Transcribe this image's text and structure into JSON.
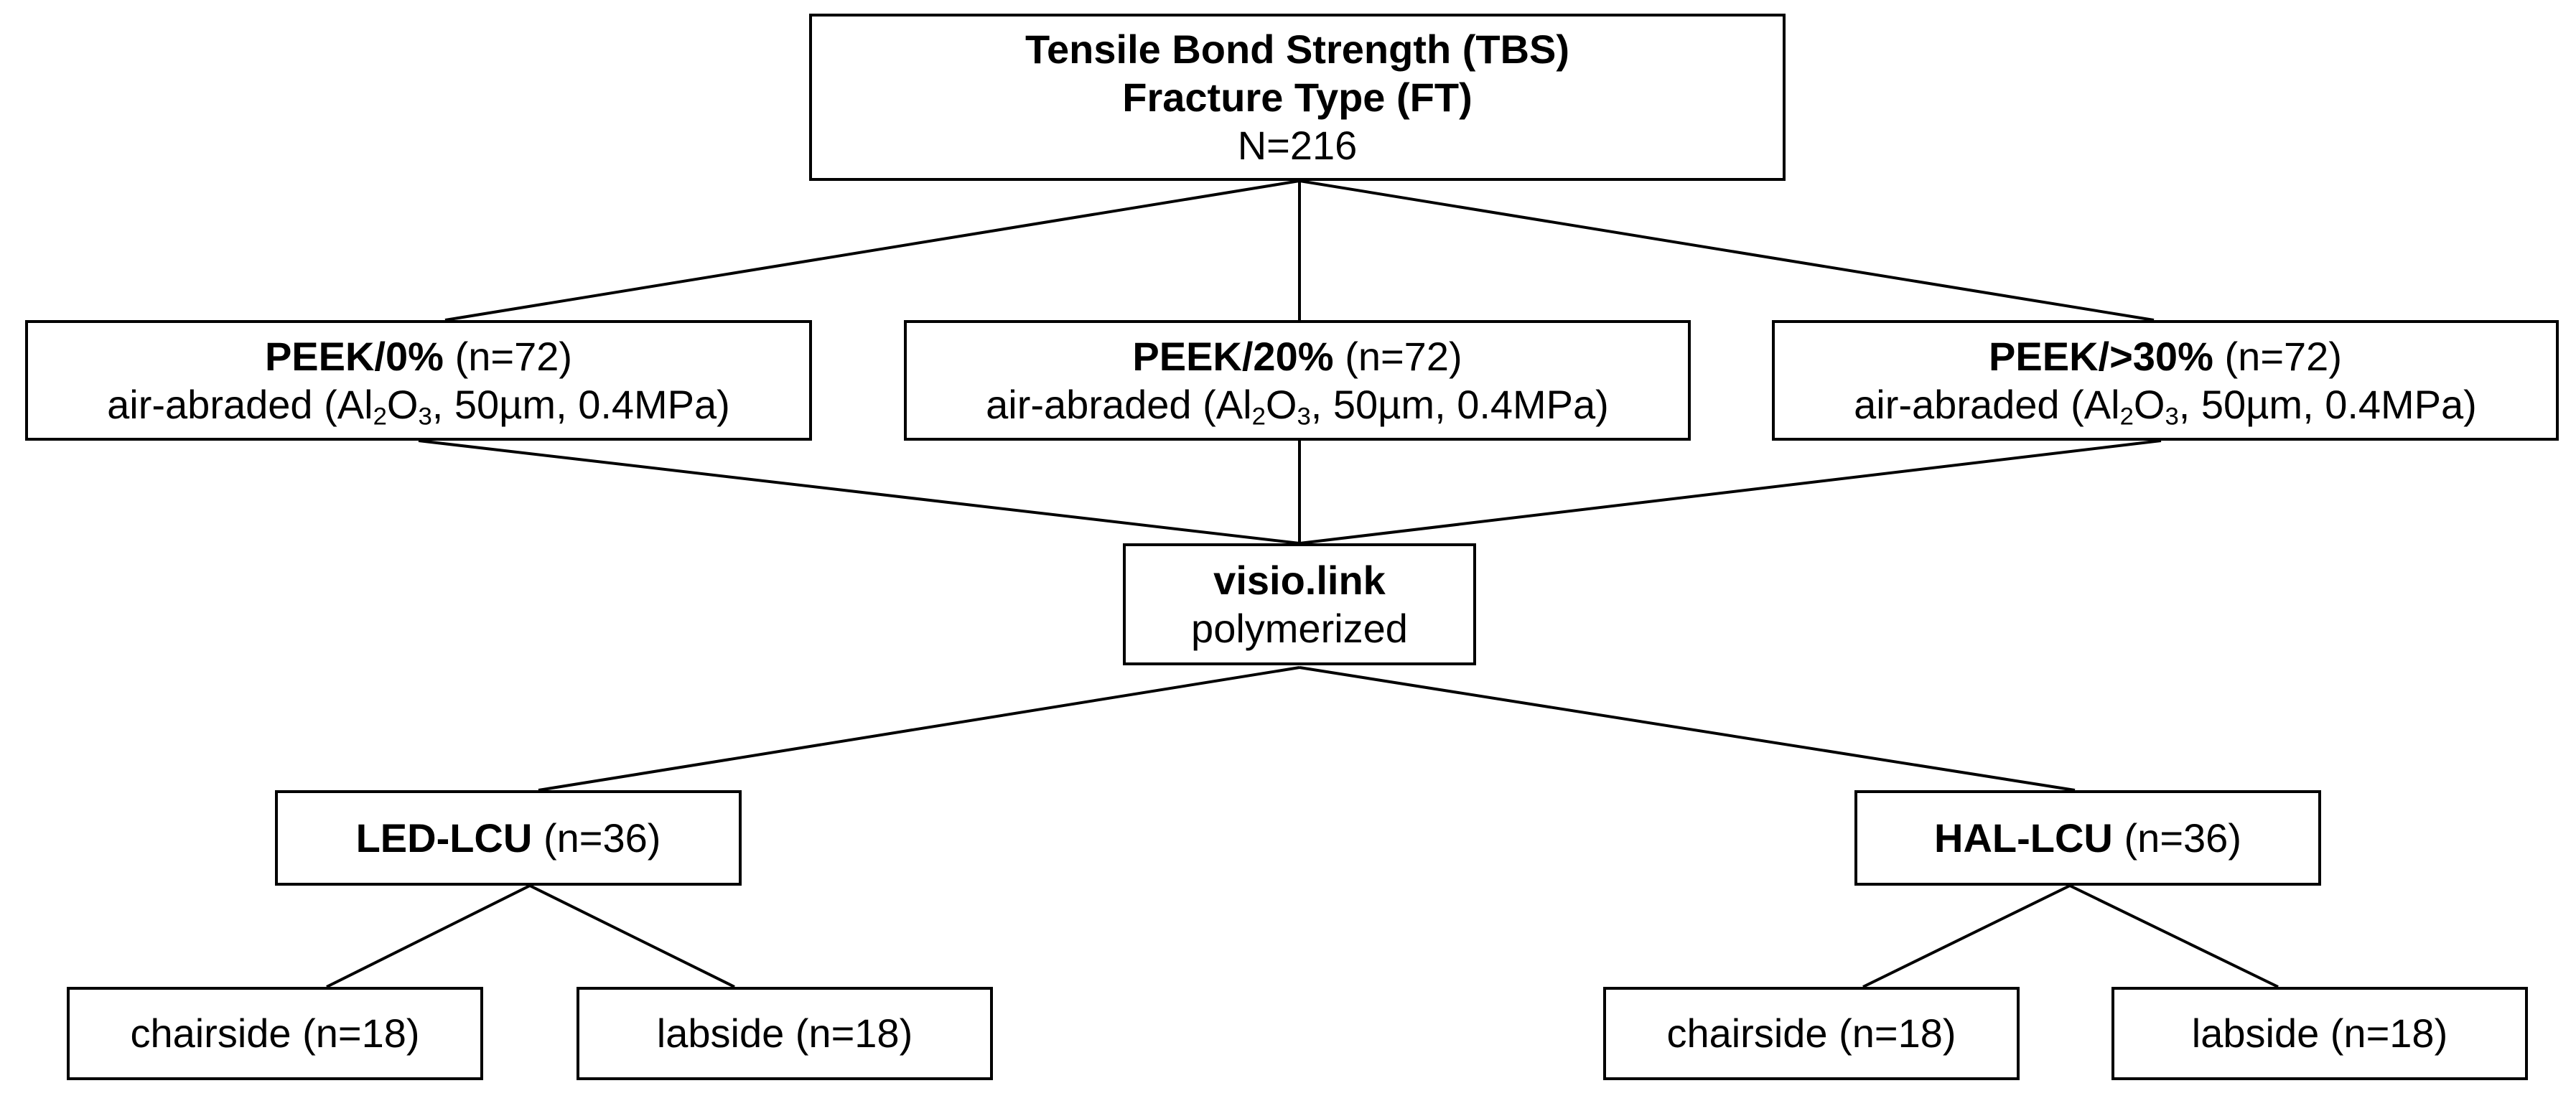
{
  "root": {
    "title_line1": "Tensile Bond Strength (TBS)",
    "title_line2": "Fracture Type (FT)",
    "count": "N=216"
  },
  "groups": [
    {
      "name": "PEEK/0%",
      "count": "(n=72)",
      "treatment_prefix": "air-abraded (Al",
      "sub1": "2",
      "mid": "O",
      "sub2": "3",
      "treatment_suffix": ", 50µm, 0.4MPa)"
    },
    {
      "name": "PEEK/20%",
      "count": "(n=72)",
      "treatment_prefix": "air-abraded (Al",
      "sub1": "2",
      "mid": "O",
      "sub2": "3",
      "treatment_suffix": ", 50µm, 0.4MPa)"
    },
    {
      "name": "PEEK/>30%",
      "count": "(n=72)",
      "treatment_prefix": "air-abraded (Al",
      "sub1": "2",
      "mid": "O",
      "sub2": "3",
      "treatment_suffix": ", 50µm, 0.4MPa)"
    }
  ],
  "adhesive": {
    "name": "visio.link",
    "state": "polymerized"
  },
  "lcu": [
    {
      "name": "LED-LCU",
      "count": "(n=36)"
    },
    {
      "name": "HAL-LCU",
      "count": "(n=36)"
    }
  ],
  "leaves": [
    {
      "label": "chairside (n=18)"
    },
    {
      "label": "labside (n=18)"
    },
    {
      "label": "chairside (n=18)"
    },
    {
      "label": "labside (n=18)"
    }
  ]
}
